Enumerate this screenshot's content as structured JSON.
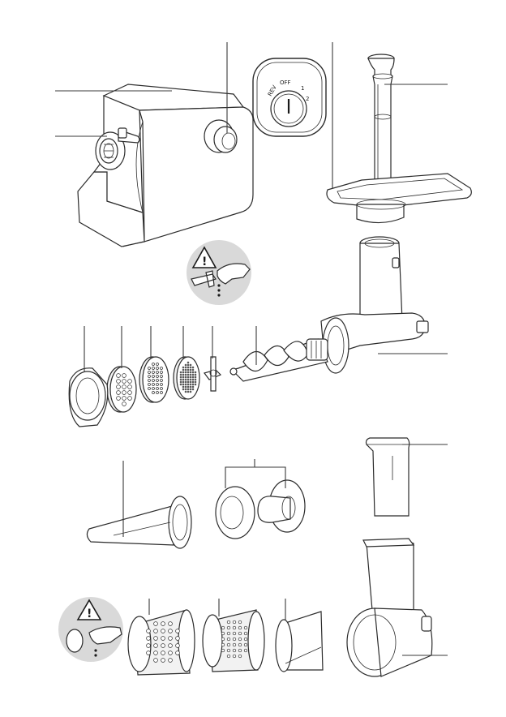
{
  "manual_page": {
    "switch_labels": {
      "rev": "REV",
      "off": "OFF",
      "speed1": "1",
      "speed2": "2"
    },
    "warning_symbol": "!",
    "icons": [
      "warning-triangle-icon",
      "hand-icon",
      "blade-icon"
    ],
    "colors": {
      "line": "#2b2b2b",
      "panel_gray": "#d9d9d9",
      "background": "#ffffff"
    }
  }
}
